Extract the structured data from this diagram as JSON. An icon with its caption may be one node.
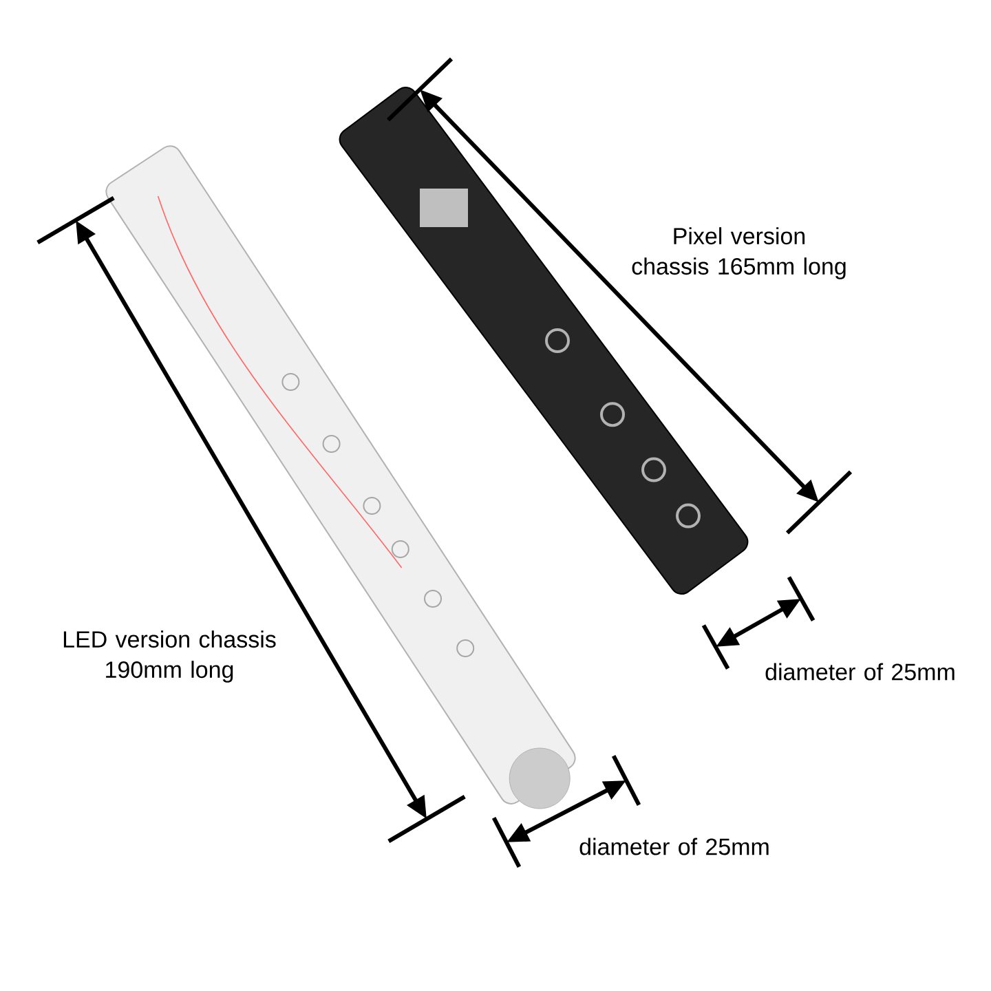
{
  "diagram": {
    "labels": [
      "Pixel version chassis 165mm long",
      "LED version chassis 190mm long",
      "diameter of 25mm",
      "diameter of 25mm"
    ]
  }
}
